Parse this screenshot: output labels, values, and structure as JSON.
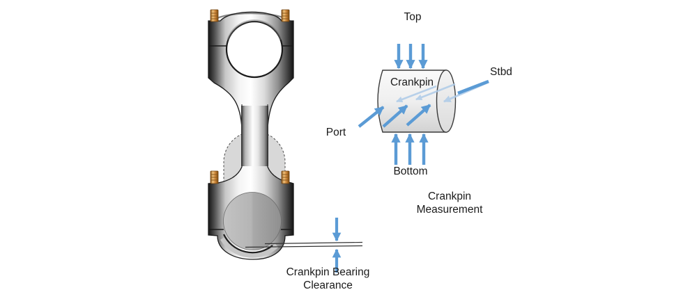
{
  "colors": {
    "accent_blue": "#5b9bd5",
    "light_blue": "#aecbe8",
    "text": "#1a1a1a",
    "web_gray": "#d8d8d8",
    "stud_orange": "#d89348"
  },
  "rod_diagram": {
    "clearance_label": "Crankpin Bearing Clearance"
  },
  "crankpin_diagram": {
    "part_label": "Crankpin",
    "top_label": "Top",
    "bottom_label": "Bottom",
    "port_label": "Port",
    "stbd_label": "Stbd",
    "caption": "Crankpin Measurement"
  }
}
